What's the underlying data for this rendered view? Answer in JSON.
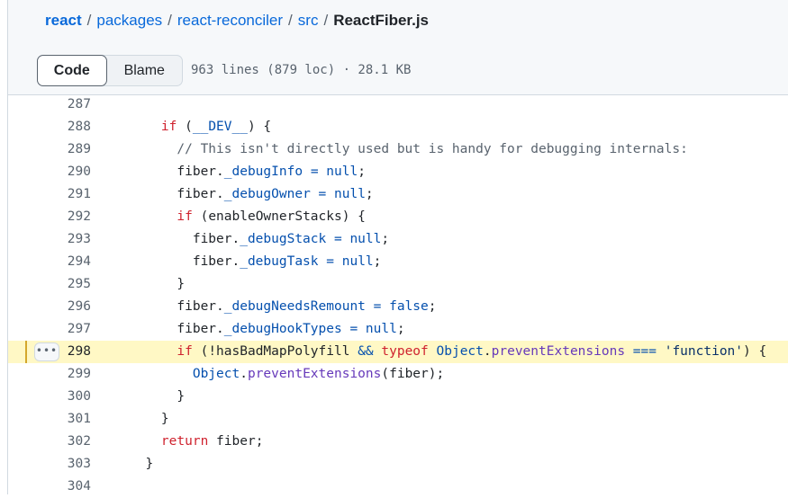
{
  "breadcrumb": {
    "parts": [
      "react",
      "packages",
      "react-reconciler",
      "src"
    ],
    "separator": "/",
    "current": "ReactFiber.js"
  },
  "toolbar": {
    "code_label": "Code",
    "blame_label": "Blame",
    "file_meta": "963 lines (879 loc) · 28.1 KB"
  },
  "colors": {
    "keyword": "#cf222e",
    "property": "#0550ae",
    "function": "#6639ba",
    "string": "#0a3069",
    "comment": "#59636e",
    "highlight": "#fff8c5",
    "link": "#0969da"
  },
  "line_menu_icon": "kebab-horizontal-icon",
  "highlighted_line": 298,
  "lines": [
    {
      "n": "287",
      "tokens": []
    },
    {
      "n": "288",
      "tokens": [
        [
          "pl",
          "    "
        ],
        [
          "kw",
          "if"
        ],
        [
          "pl",
          " ("
        ],
        [
          "pr",
          "__DEV__"
        ],
        [
          "pl",
          ") {"
        ]
      ]
    },
    {
      "n": "289",
      "tokens": [
        [
          "pl",
          "      "
        ],
        [
          "cm",
          "// This isn't directly used but is handy for debugging internals:"
        ]
      ]
    },
    {
      "n": "290",
      "tokens": [
        [
          "pl",
          "      fiber."
        ],
        [
          "pr",
          "_debugInfo"
        ],
        [
          "pl",
          " "
        ],
        [
          "pr",
          "="
        ],
        [
          "pl",
          " "
        ],
        [
          "pr",
          "null"
        ],
        [
          "pl",
          ";"
        ]
      ]
    },
    {
      "n": "291",
      "tokens": [
        [
          "pl",
          "      fiber."
        ],
        [
          "pr",
          "_debugOwner"
        ],
        [
          "pl",
          " "
        ],
        [
          "pr",
          "="
        ],
        [
          "pl",
          " "
        ],
        [
          "pr",
          "null"
        ],
        [
          "pl",
          ";"
        ]
      ]
    },
    {
      "n": "292",
      "tokens": [
        [
          "pl",
          "      "
        ],
        [
          "kw",
          "if"
        ],
        [
          "pl",
          " (enableOwnerStacks) {"
        ]
      ]
    },
    {
      "n": "293",
      "tokens": [
        [
          "pl",
          "        fiber."
        ],
        [
          "pr",
          "_debugStack"
        ],
        [
          "pl",
          " "
        ],
        [
          "pr",
          "="
        ],
        [
          "pl",
          " "
        ],
        [
          "pr",
          "null"
        ],
        [
          "pl",
          ";"
        ]
      ]
    },
    {
      "n": "294",
      "tokens": [
        [
          "pl",
          "        fiber."
        ],
        [
          "pr",
          "_debugTask"
        ],
        [
          "pl",
          " "
        ],
        [
          "pr",
          "="
        ],
        [
          "pl",
          " "
        ],
        [
          "pr",
          "null"
        ],
        [
          "pl",
          ";"
        ]
      ]
    },
    {
      "n": "295",
      "tokens": [
        [
          "pl",
          "      }"
        ]
      ]
    },
    {
      "n": "296",
      "tokens": [
        [
          "pl",
          "      fiber."
        ],
        [
          "pr",
          "_debugNeedsRemount"
        ],
        [
          "pl",
          " "
        ],
        [
          "pr",
          "="
        ],
        [
          "pl",
          " "
        ],
        [
          "pr",
          "false"
        ],
        [
          "pl",
          ";"
        ]
      ]
    },
    {
      "n": "297",
      "tokens": [
        [
          "pl",
          "      fiber."
        ],
        [
          "pr",
          "_debugHookTypes"
        ],
        [
          "pl",
          " "
        ],
        [
          "pr",
          "="
        ],
        [
          "pl",
          " "
        ],
        [
          "pr",
          "null"
        ],
        [
          "pl",
          ";"
        ]
      ]
    },
    {
      "n": "298",
      "tokens": [
        [
          "pl",
          "      "
        ],
        [
          "kw",
          "if"
        ],
        [
          "pl",
          " (!hasBadMapPolyfill "
        ],
        [
          "pr",
          "&&"
        ],
        [
          "pl",
          " "
        ],
        [
          "kw",
          "typeof"
        ],
        [
          "pl",
          " "
        ],
        [
          "pr",
          "Object"
        ],
        [
          "pl",
          "."
        ],
        [
          "fn",
          "preventExtensions"
        ],
        [
          "pl",
          " "
        ],
        [
          "pr",
          "==="
        ],
        [
          "pl",
          " "
        ],
        [
          "st",
          "'function'"
        ],
        [
          "pl",
          ") {"
        ]
      ]
    },
    {
      "n": "299",
      "tokens": [
        [
          "pl",
          "        "
        ],
        [
          "pr",
          "Object"
        ],
        [
          "pl",
          "."
        ],
        [
          "fn",
          "preventExtensions"
        ],
        [
          "pl",
          "(fiber);"
        ]
      ]
    },
    {
      "n": "300",
      "tokens": [
        [
          "pl",
          "      }"
        ]
      ]
    },
    {
      "n": "301",
      "tokens": [
        [
          "pl",
          "    }"
        ]
      ]
    },
    {
      "n": "302",
      "tokens": [
        [
          "pl",
          "    "
        ],
        [
          "kw",
          "return"
        ],
        [
          "pl",
          " fiber;"
        ]
      ]
    },
    {
      "n": "303",
      "tokens": [
        [
          "pl",
          "  }"
        ]
      ]
    },
    {
      "n": "304",
      "tokens": []
    }
  ]
}
